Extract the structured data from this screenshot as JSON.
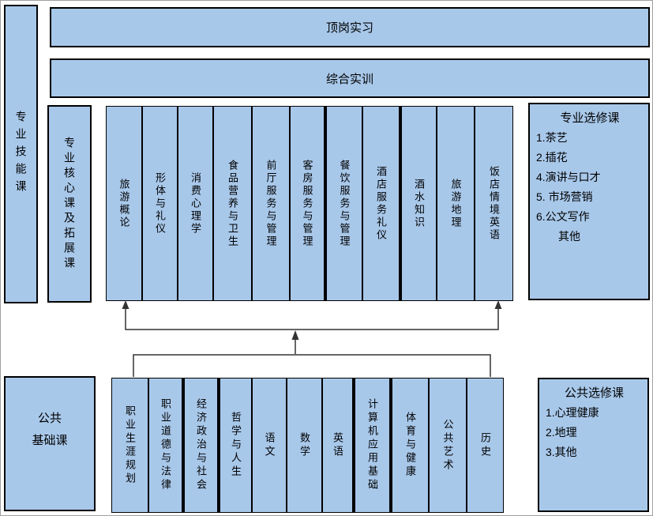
{
  "colors": {
    "box_fill": "#a8c8ea",
    "box_border": "#000000",
    "connector": "#333333",
    "canvas_border": "#a0a0a0"
  },
  "top_bars": {
    "internship": "顶岗实习",
    "comprehensive_training": "综合实训"
  },
  "left_bar": {
    "label": "专业技能课"
  },
  "core_bar": {
    "label": "专业核心课及拓展课"
  },
  "upper_columns": [
    "旅游概论",
    "形体与礼仪",
    "消费心理学",
    "食品营养与卫生",
    "前厅服务与管理",
    "客房服务与管理",
    "餐饮服务与管理",
    "酒店服务礼仪",
    "酒水知识",
    "旅游地理",
    "饭店情境英语"
  ],
  "professional_electives": {
    "title": "专业选修课",
    "items": [
      "1.茶艺",
      "2.插花",
      "4.演讲与口才",
      "5. 市场营销",
      "6.公文写作",
      "　　其他"
    ]
  },
  "public_base": {
    "line1": "公共",
    "line2": "基础课"
  },
  "bottom_columns": [
    "职业生涯规划",
    "职业道德与法律",
    "经济政治与社会",
    "哲学与人生",
    "语文",
    "数学",
    "英语",
    "计算机应用基础",
    "体育与健康",
    "公共艺术",
    "历史"
  ],
  "public_electives": {
    "title": "公共选修课",
    "items": [
      "1.心理健康",
      "2.地理",
      "3.其他"
    ]
  }
}
